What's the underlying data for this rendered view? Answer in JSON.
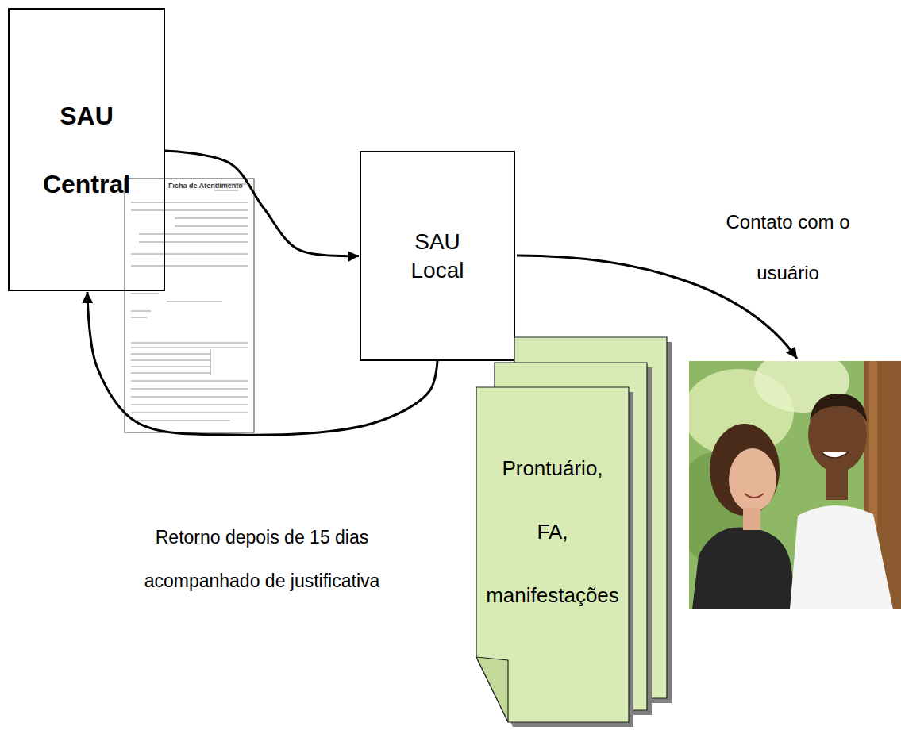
{
  "diagram": {
    "nodes": [
      {
        "text": [
          "SAU Central"
        ]
      },
      {
        "text": [
          "SAU Local"
        ]
      },
      {
        "text": [
          "Prontuário, FA, manifestações"
        ]
      }
    ],
    "edges": [
      {
        "from": 0,
        "to": 1,
        "arrow": "to"
      },
      {
        "from": 1,
        "to": 0,
        "arrow": "to"
      }
    ],
    "labels": [
      "Ficha de Atendimento",
      "Contato com o usuário",
      "Retorno depois de 15 dias acompanhado de justificativa"
    ]
  }
}
